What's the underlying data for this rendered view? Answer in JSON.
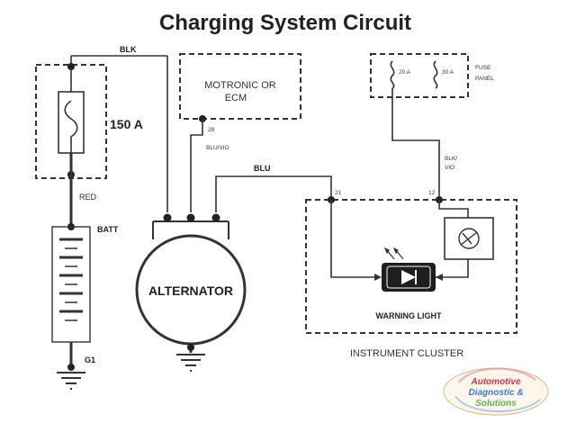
{
  "title": "Charging System Circuit",
  "labels": {
    "blk": "BLK",
    "fuse_150": "150 A",
    "red": "RED",
    "batt": "BATT",
    "g1": "G1",
    "motronic": "MOTRONIC OR",
    "ecm": "ECM",
    "pin_28": "28",
    "bluvio": "BLU/VIO",
    "blu": "BLU",
    "fuse_20": "20 A",
    "fuse_30": "30 A",
    "fuse_panel_1": "FUSE",
    "fuse_panel_2": "PANEL",
    "blkvio_1": "BLK/",
    "blkvio_2": "VIO",
    "pin_21": "21",
    "pin_12": "12",
    "alternator": "ALTERNATOR",
    "warning_light": "WARNING LIGHT",
    "instrument_cluster": "INSTRUMENT CLUSTER"
  },
  "logo": {
    "line1": "Automotive",
    "line2": "Diagnostic &",
    "line3": "Solutions",
    "colors": [
      "#d8344a",
      "#3a7bd5",
      "#f2a23a",
      "#5cb85c"
    ]
  },
  "colors": {
    "line": "#333333",
    "title": "#222222"
  }
}
